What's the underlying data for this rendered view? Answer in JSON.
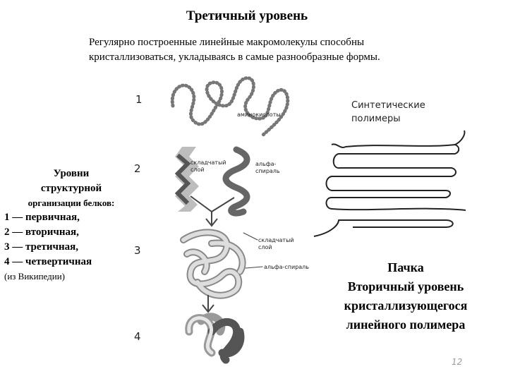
{
  "title": "Третичный уровень",
  "intro": {
    "line1": "Регулярно построенные линейные макромолекулы способны",
    "line2": "кристаллизоваться, укладываясь в самые разнообразные формы."
  },
  "levels_panel": {
    "heading1": "Уровни",
    "heading2": "структурной",
    "heading3": "организации белков:",
    "items": [
      "1 — первичная,",
      "2 — вторичная,",
      "3 — третичная,",
      "4 — четвертичная"
    ],
    "source": "(из Википедии)"
  },
  "figure": {
    "numbers": [
      "1",
      "2",
      "3",
      "4"
    ],
    "label_aminoacids": "аминокислоты",
    "label_sheet_2": [
      "складчатый",
      "слой"
    ],
    "label_helix_2": [
      "альфа-",
      "спираль"
    ],
    "label_sheet_3": [
      "складчатый",
      "слой"
    ],
    "label_helix_3": "альфа-спираль"
  },
  "synthetic": {
    "line1": "Синтетические",
    "line2": "полимеры"
  },
  "pack": {
    "line1": "Пачка",
    "line2": "Вторичный уровень",
    "line3": "кристаллизующегося",
    "line4": "линейного полимера"
  },
  "page_number": "12"
}
